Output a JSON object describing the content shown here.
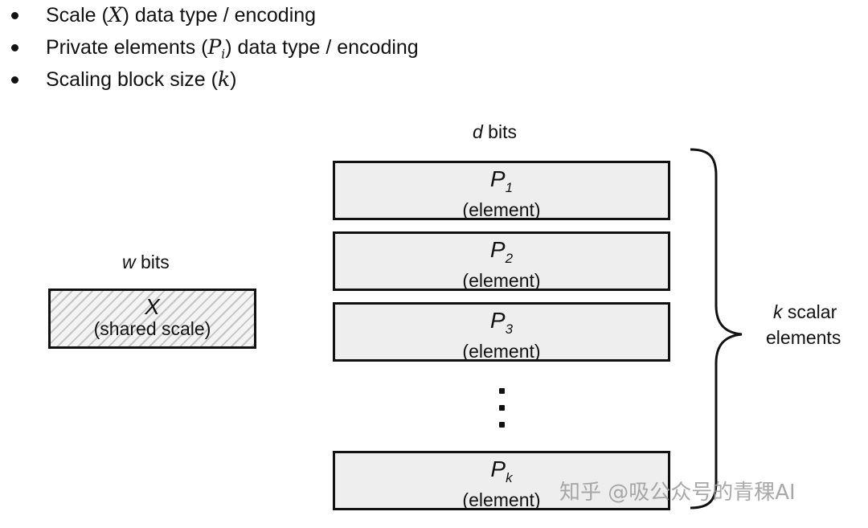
{
  "bullets": [
    {
      "pre": "Scale (",
      "sym": "X",
      "sub": "",
      "post": ") data type / encoding"
    },
    {
      "pre": "Private elements (",
      "sym": "P",
      "sub": "i",
      "post": ") data type / encoding"
    },
    {
      "pre": "Scaling block size (",
      "sym": "k",
      "sub": "",
      "post": ")"
    }
  ],
  "labels": {
    "d_var": "d",
    "d_rest": " bits",
    "w_var": "w",
    "w_rest": " bits",
    "k_var": "k",
    "k_line1_rest": " scalar",
    "k_line2": "elements"
  },
  "scale_block": {
    "symbol": "X",
    "caption": "(shared scale)"
  },
  "elements": [
    {
      "symbol": "P",
      "sub": "1",
      "caption": "(element)"
    },
    {
      "symbol": "P",
      "sub": "2",
      "caption": "(element)"
    },
    {
      "symbol": "P",
      "sub": "3",
      "caption": "(element)"
    },
    {
      "symbol": "P",
      "sub": "k",
      "caption": "(element)"
    }
  ],
  "watermark": "知乎 @吸公众号的青稞AI",
  "colors": {
    "ink": "#111111",
    "element_fill": "#eeeeee",
    "scale_hatch": "#c4c4c4"
  }
}
